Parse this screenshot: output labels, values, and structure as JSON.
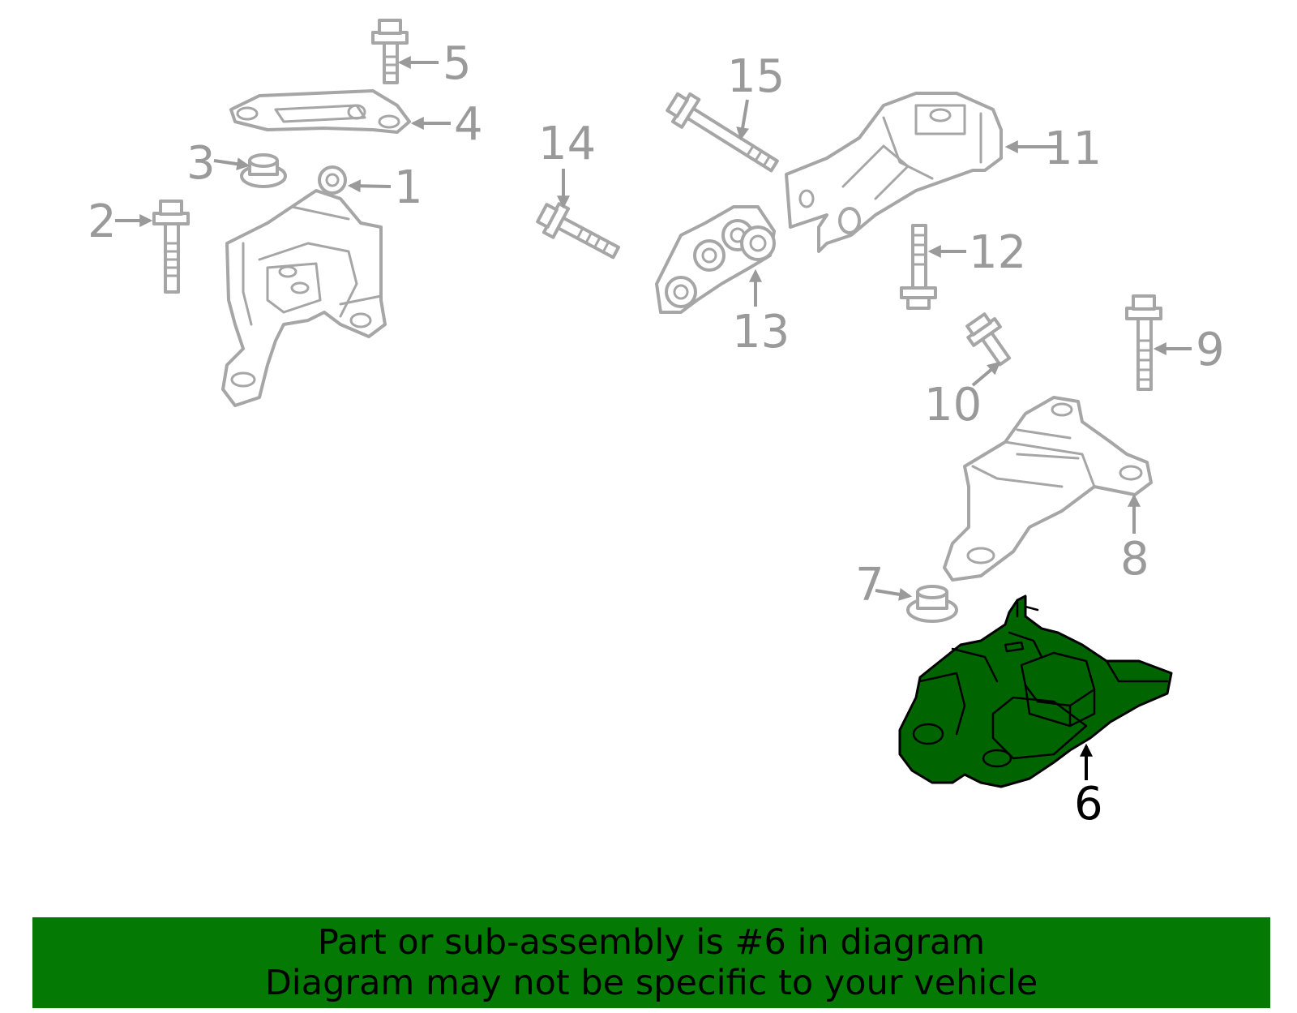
{
  "diagram": {
    "callouts": {
      "c1": "1",
      "c2": "2",
      "c3": "3",
      "c4": "4",
      "c5": "5",
      "c6": "6",
      "c7": "7",
      "c8": "8",
      "c9": "9",
      "c10": "10",
      "c11": "11",
      "c12": "12",
      "c13": "13",
      "c14": "14",
      "c15": "15"
    },
    "highlighted_part": "6",
    "colors": {
      "highlight": "#006400",
      "banner": "#047a04",
      "parts": "#a6a6a6"
    }
  },
  "banner": {
    "line1": "Part or sub-assembly is #6 in diagram",
    "line2": "Diagram may not be specific to your vehicle"
  }
}
